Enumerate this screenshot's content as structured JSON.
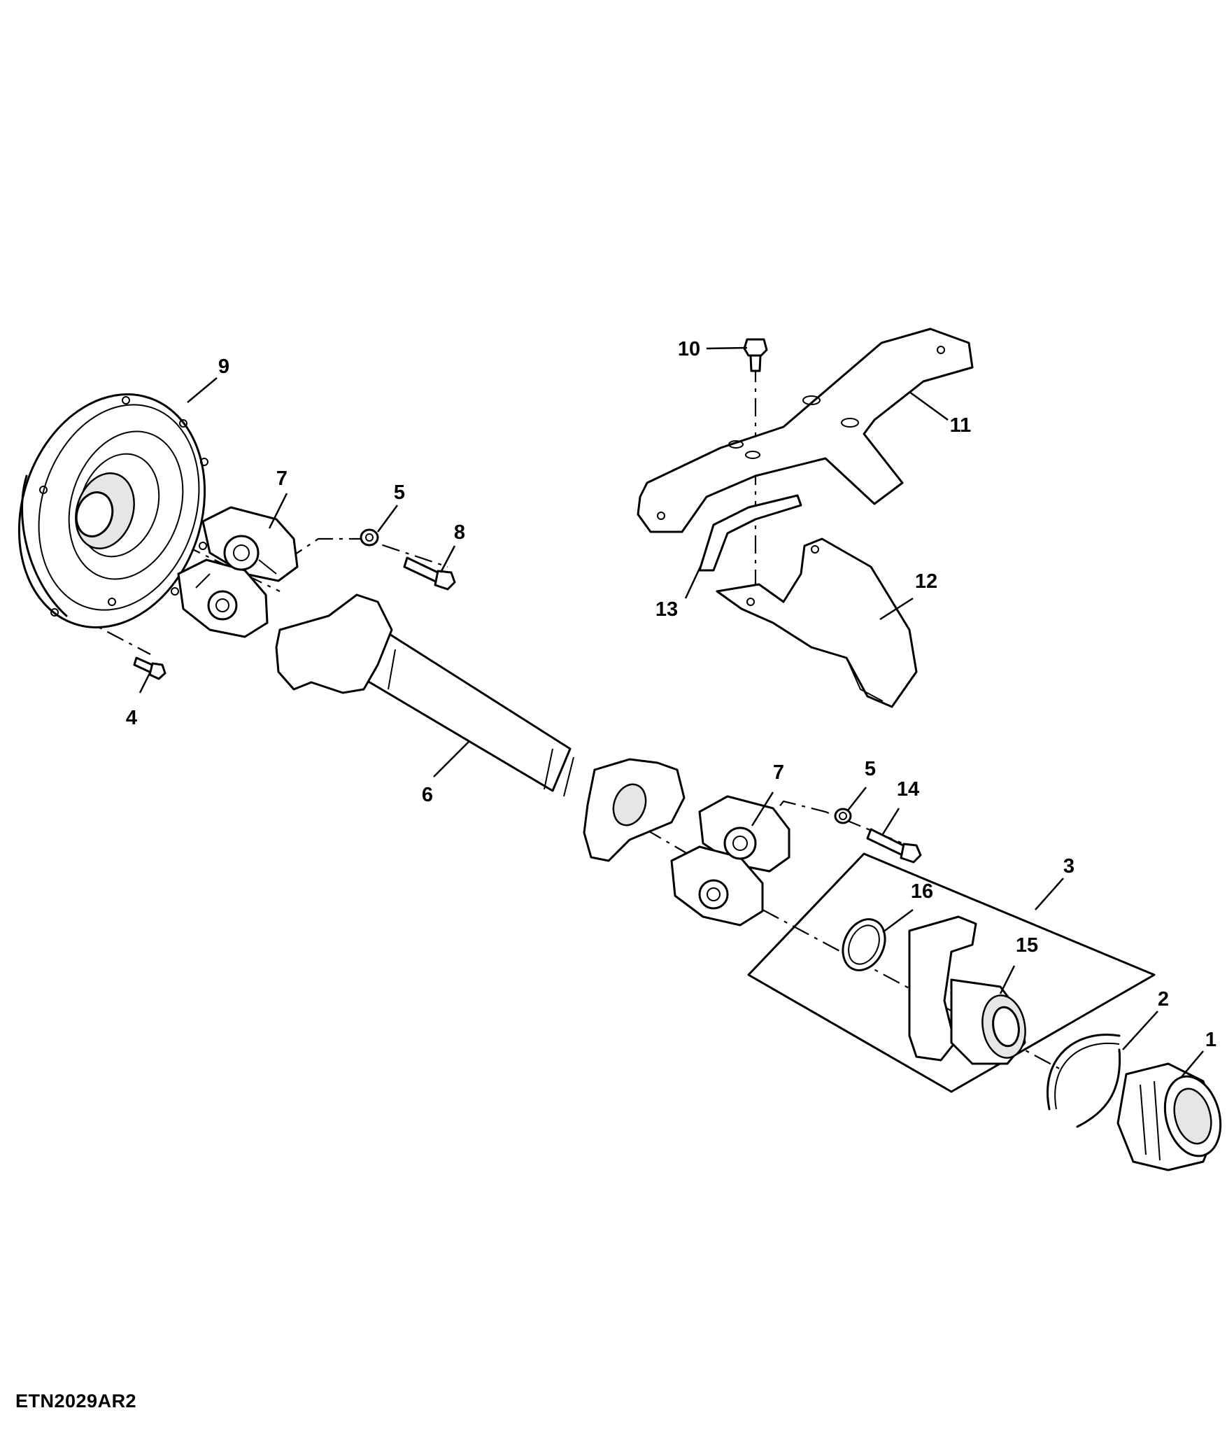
{
  "figure_code": "ETN2029AR2",
  "callouts": [
    {
      "id": "c9",
      "label": "9"
    },
    {
      "id": "c7a",
      "label": "7"
    },
    {
      "id": "c5a",
      "label": "5"
    },
    {
      "id": "c8",
      "label": "8"
    },
    {
      "id": "c4",
      "label": "4"
    },
    {
      "id": "c6",
      "label": "6"
    },
    {
      "id": "c10",
      "label": "10"
    },
    {
      "id": "c11",
      "label": "11"
    },
    {
      "id": "c12",
      "label": "12"
    },
    {
      "id": "c13",
      "label": "13"
    },
    {
      "id": "c7b",
      "label": "7"
    },
    {
      "id": "c5b",
      "label": "5"
    },
    {
      "id": "c14",
      "label": "14"
    },
    {
      "id": "c3",
      "label": "3"
    },
    {
      "id": "c16",
      "label": "16"
    },
    {
      "id": "c15",
      "label": "15"
    },
    {
      "id": "c2",
      "label": "2"
    },
    {
      "id": "c1",
      "label": "1"
    }
  ]
}
